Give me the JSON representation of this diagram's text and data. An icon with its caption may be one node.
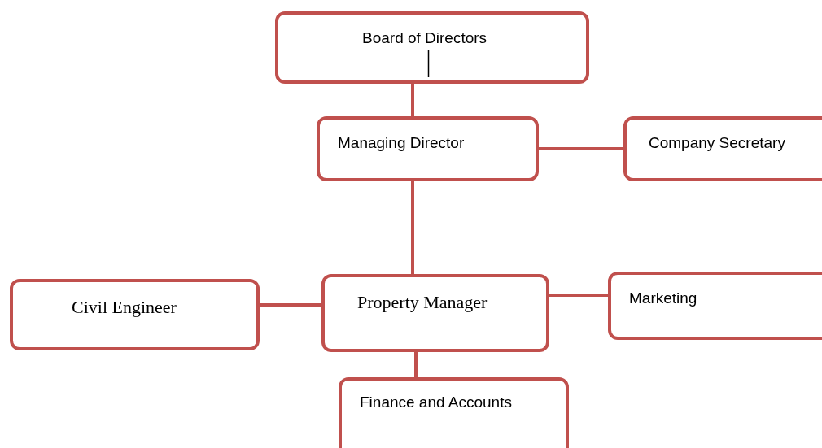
{
  "diagram": {
    "nodes": [
      {
        "text": [
          "Board of Directors"
        ]
      },
      {
        "text": [
          "Managing Director"
        ]
      },
      {
        "text": [
          "Company Secretary"
        ]
      },
      {
        "text": [
          "Civil Engineer"
        ]
      },
      {
        "text": [
          "Property Manager"
        ]
      },
      {
        "text": [
          "Marketing"
        ]
      },
      {
        "text": [
          "Finance and Accounts"
        ]
      }
    ],
    "edges": [
      {
        "from": 0,
        "to": 1,
        "arrow": "none"
      },
      {
        "from": 1,
        "to": 2,
        "arrow": "none"
      },
      {
        "from": 1,
        "to": 4,
        "arrow": "none"
      },
      {
        "from": 4,
        "to": 3,
        "arrow": "none"
      },
      {
        "from": 4,
        "to": 5,
        "arrow": "none"
      },
      {
        "from": 4,
        "to": 6,
        "arrow": "none"
      }
    ]
  }
}
